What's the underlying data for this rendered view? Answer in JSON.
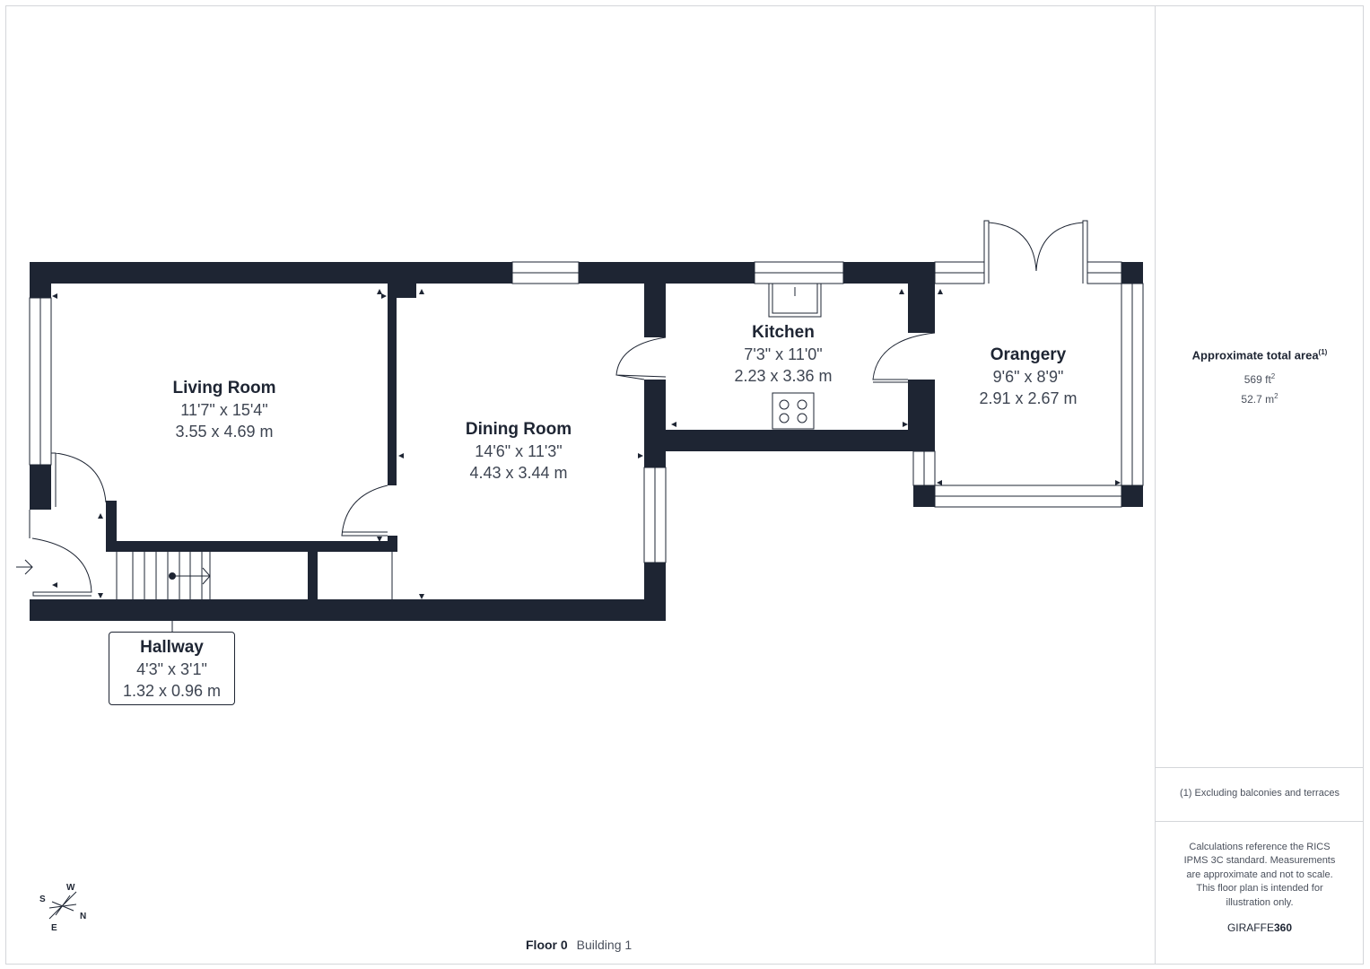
{
  "rooms": {
    "living": {
      "name": "Living Room",
      "imperial": "11'7\" x 15'4\"",
      "metric": "3.55 x 4.69 m"
    },
    "dining": {
      "name": "Dining Room",
      "imperial": "14'6\" x 11'3\"",
      "metric": "4.43 x 3.44 m"
    },
    "kitchen": {
      "name": "Kitchen",
      "imperial": "7'3\" x 11'0\"",
      "metric": "2.23 x 3.36 m"
    },
    "orangery": {
      "name": "Orangery",
      "imperial": "9'6\" x 8'9\"",
      "metric": "2.91 x 2.67 m"
    },
    "hallway": {
      "name": "Hallway",
      "imperial": "4'3\" x 3'1\"",
      "metric": "1.32 x 0.96 m"
    }
  },
  "sidebar": {
    "area_title": "Approximate total area",
    "area_note_marker": "(1)",
    "area_ft_value": "569 ft",
    "area_ft_sup": "2",
    "area_m_value": "52.7 m",
    "area_m_sup": "2",
    "footnote": "(1) Excluding balconies and terraces",
    "disclaimer": "Calculations reference the RICS IPMS 3C standard. Measurements are approximate and not to scale. This floor plan is intended for illustration only.",
    "brand_light": "GIRAFFE",
    "brand_bold": "360"
  },
  "footer": {
    "floor": "Floor 0",
    "building": "Building 1"
  },
  "compass": {
    "w": "W",
    "s": "S",
    "n": "N",
    "e": "E"
  },
  "colors": {
    "wall": "#1e2533",
    "text": "#1e2533",
    "muted": "#4a505c",
    "border": "#d4d6da"
  }
}
